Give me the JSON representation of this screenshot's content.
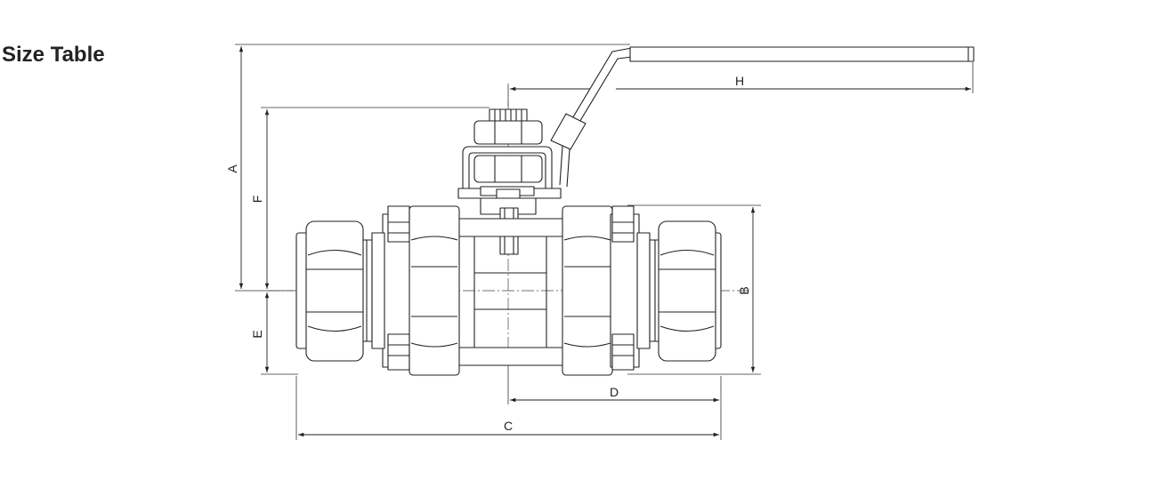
{
  "title": "Size Table",
  "dimension_labels": {
    "A": "A",
    "B": "B",
    "C": "C",
    "D": "D",
    "E": "E",
    "F": "F",
    "H": "H"
  },
  "colors": {
    "line": "#222222",
    "centerline": "#444444",
    "background": "#ffffff"
  }
}
